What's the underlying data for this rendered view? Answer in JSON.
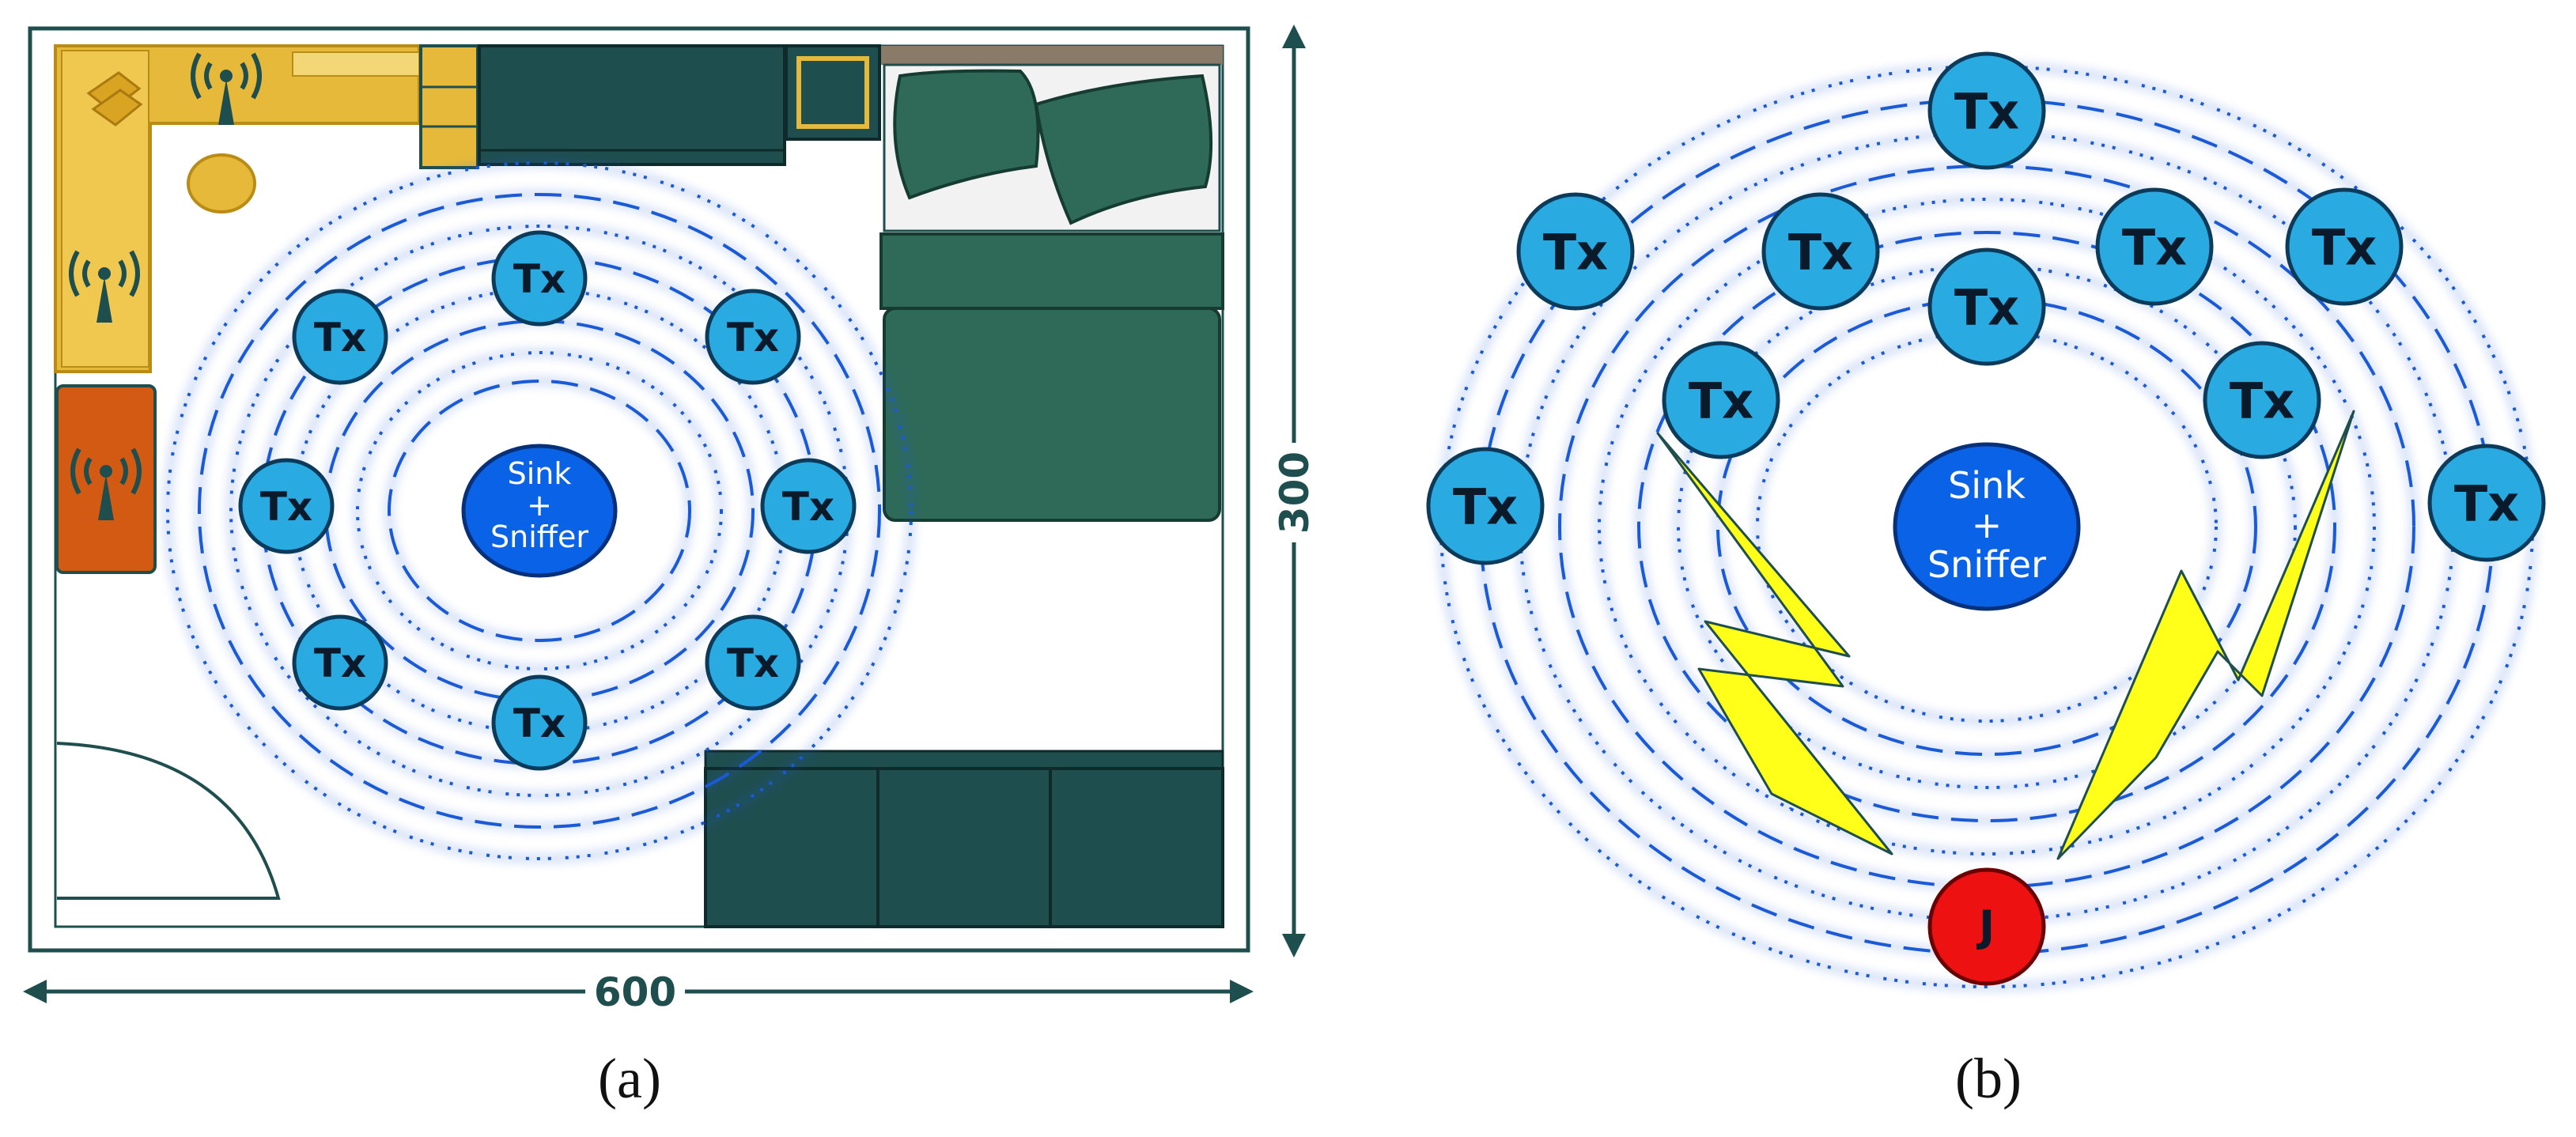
{
  "panel_a": {
    "node_label": "Tx",
    "sink_lines": [
      "Sink",
      "+",
      "Sniffer"
    ],
    "width_label": "600",
    "height_label": "300",
    "caption": "(a)",
    "node_count": 8
  },
  "panel_b": {
    "node_label": "Tx",
    "sink_lines": [
      "Sink",
      "+",
      "Sniffer"
    ],
    "jammer_label": "J",
    "caption": "(b)",
    "node_count": 11
  },
  "colors": {
    "tx_fill": "#29abe2",
    "sink_fill": "#0a63e6",
    "jammer_fill": "#ee1111",
    "ring_stroke": "#1a5ad6",
    "lightning": "#ffff1a",
    "furniture_teal": "#1f4e4e",
    "bed_green": "#2f6a58",
    "sofa_yellow": "#e7b93a",
    "rug_orange": "#d35a12"
  },
  "icons": [
    "antenna-icon",
    "lightning-icon"
  ]
}
